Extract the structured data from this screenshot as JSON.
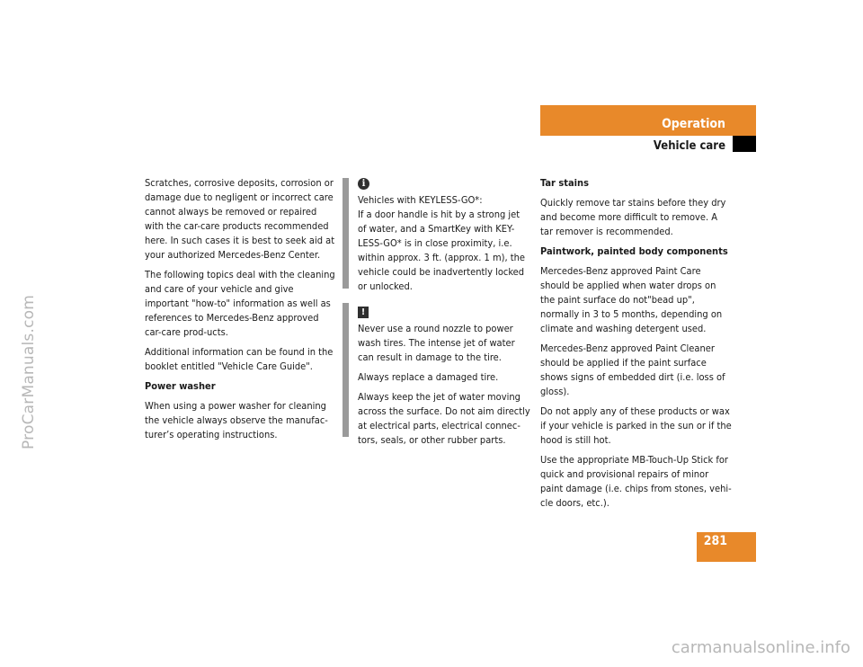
{
  "watermarks": {
    "side": "ProCarManuals.com",
    "bottom": "carmanualsonline.info"
  },
  "header": {
    "section": "Operation",
    "subsection": "Vehicle care"
  },
  "page_number": "281",
  "col1": {
    "p1": "Scratches, corrosive deposits, corrosion or damage due to negligent or incorrect care cannot always be removed or repaired with the car-care products recommended here. In such cases it is best to seek aid at your authorized Mercedes-Benz Center.",
    "p2": "The following topics deal with the cleaning and care of your vehicle and give important \"how-to\" information as well as references to Mercedes-Benz approved car-care prod-ucts.",
    "p3": "Additional information can be found in the booklet entitled \"Vehicle Care Guide\".",
    "heading1": "Power washer",
    "p4": "When using a power washer for cleaning the vehicle always observe the manufac-turer’s operating instructions."
  },
  "note_info": {
    "icon": "info-icon",
    "line1": "Vehicles with KEYLESS-GO*:",
    "text": "If a door handle is hit by a strong jet of water, and a SmartKey with KEY-LESS-GO* is in close proximity, i.e. within approx. 3 ft. (approx. 1 m), the vehicle could be inadvertently locked or unlocked."
  },
  "note_warning": {
    "icon": "warning-icon",
    "p1": "Never use a round nozzle to power wash tires. The intense jet of water can result in damage to the tire.",
    "p2": "Always replace a damaged tire.",
    "p3": "Always keep the jet of water moving across the surface. Do not aim directly at electrical parts, electrical connec-tors, seals, or other rubber parts."
  },
  "col3": {
    "heading1": "Tar stains",
    "p1": "Quickly remove tar stains before they dry and become more difficult to remove. A tar remover is recommended.",
    "heading2": "Paintwork, painted body components",
    "p2": "Mercedes-Benz approved Paint Care should be applied when water drops on the paint surface do not\"bead up\", normally in 3 to 5 months, depending on climate and washing detergent used.",
    "p3": "Mercedes-Benz approved Paint Cleaner should be applied if the paint surface shows signs of embedded dirt (i.e. loss of gloss).",
    "p4": "Do not apply any of these products or wax if your vehicle is parked in the sun or if the hood is still hot.",
    "p5": "Use the appropriate MB-Touch-Up Stick for quick and provisional repairs of minor paint damage (i.e. chips from stones, vehi-cle doors, etc.)."
  },
  "colors": {
    "accent": "#e8892a",
    "note_bar": "#9a9a9a"
  }
}
